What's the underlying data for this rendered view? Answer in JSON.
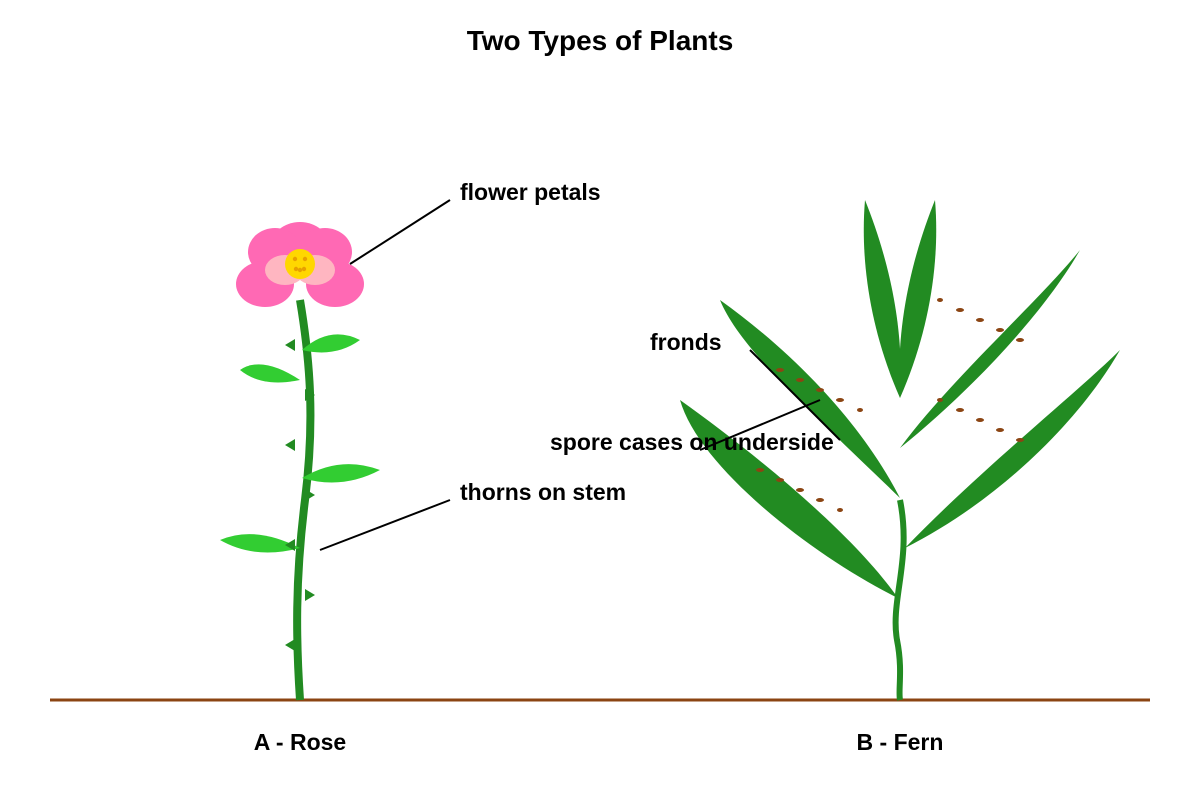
{
  "title": "Two Types of Plants",
  "labels": {
    "flower_petals": "flower petals",
    "thorns": "thorns on stem",
    "fronds": "fronds",
    "spore_cases": "spore cases on underside"
  },
  "plants": {
    "rose": "A - Rose",
    "fern": "B - Fern"
  },
  "colors": {
    "stem": "#228b22",
    "rose_leaf": "#32cd32",
    "petal": "#ff69b4",
    "petal_inner": "#ffb6c1",
    "flower_center": "#ffd700",
    "ground": "#8b4513",
    "spore": "#8b4513",
    "fern_frond": "#228b22",
    "text": "#000000"
  }
}
